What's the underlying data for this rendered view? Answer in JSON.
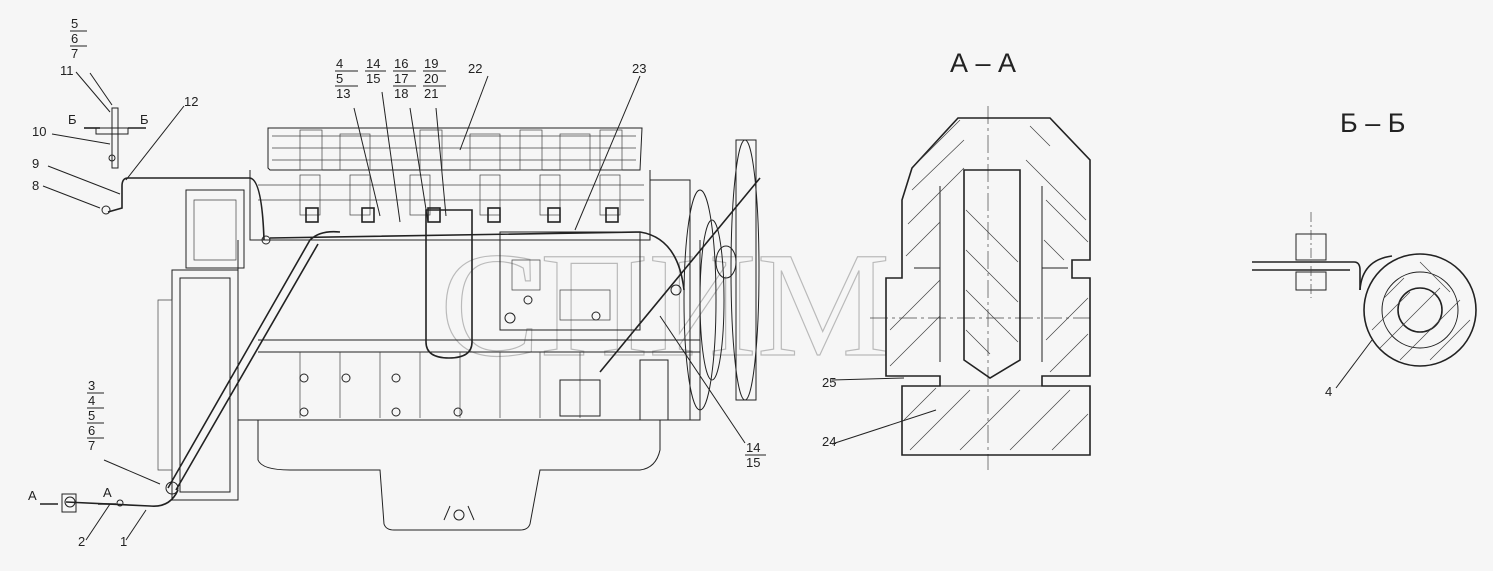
{
  "sections": {
    "aa": "А – А",
    "bb": "Б – Б"
  },
  "cut_marks": {
    "a": "А",
    "b": "Б"
  },
  "watermark": "СПИМ",
  "callouts": {
    "c1": "1",
    "c2": "2",
    "c8": "8",
    "c9": "9",
    "c10": "10",
    "c11": "11",
    "c12": "12",
    "c22": "22",
    "c23": "23",
    "c24": "24",
    "c25": "25",
    "c4b": "4"
  },
  "stacks": {
    "s567": [
      "5",
      "6",
      "7"
    ],
    "s34567": [
      "3",
      "4",
      "5",
      "6",
      "7"
    ],
    "s4513": [
      "4",
      "5",
      "13"
    ],
    "s1415": [
      "14",
      "15"
    ],
    "s161718": [
      "16",
      "17",
      "18"
    ],
    "s192021": [
      "19",
      "20",
      "21"
    ],
    "s1415b": [
      "14",
      "15"
    ]
  }
}
